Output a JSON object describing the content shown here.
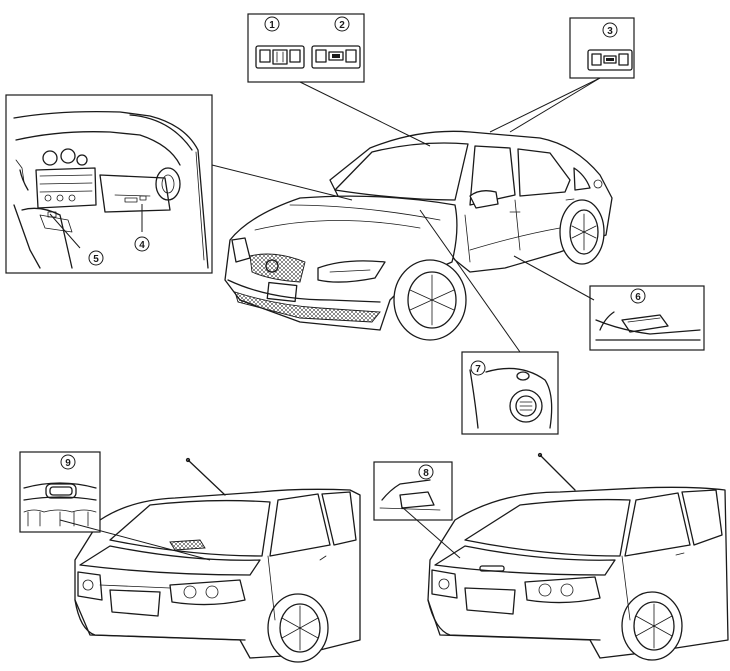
{
  "callouts": [
    {
      "id": "callout-1",
      "label": "1"
    },
    {
      "id": "callout-2",
      "label": "2"
    },
    {
      "id": "callout-3",
      "label": "3"
    },
    {
      "id": "callout-4",
      "label": "4"
    },
    {
      "id": "callout-5",
      "label": "5"
    },
    {
      "id": "callout-6",
      "label": "6"
    },
    {
      "id": "callout-7",
      "label": "7"
    },
    {
      "id": "callout-8",
      "label": "8"
    },
    {
      "id": "callout-9",
      "label": "9"
    }
  ],
  "colors": {
    "line": "#1a1a1a",
    "background": "#ffffff"
  }
}
